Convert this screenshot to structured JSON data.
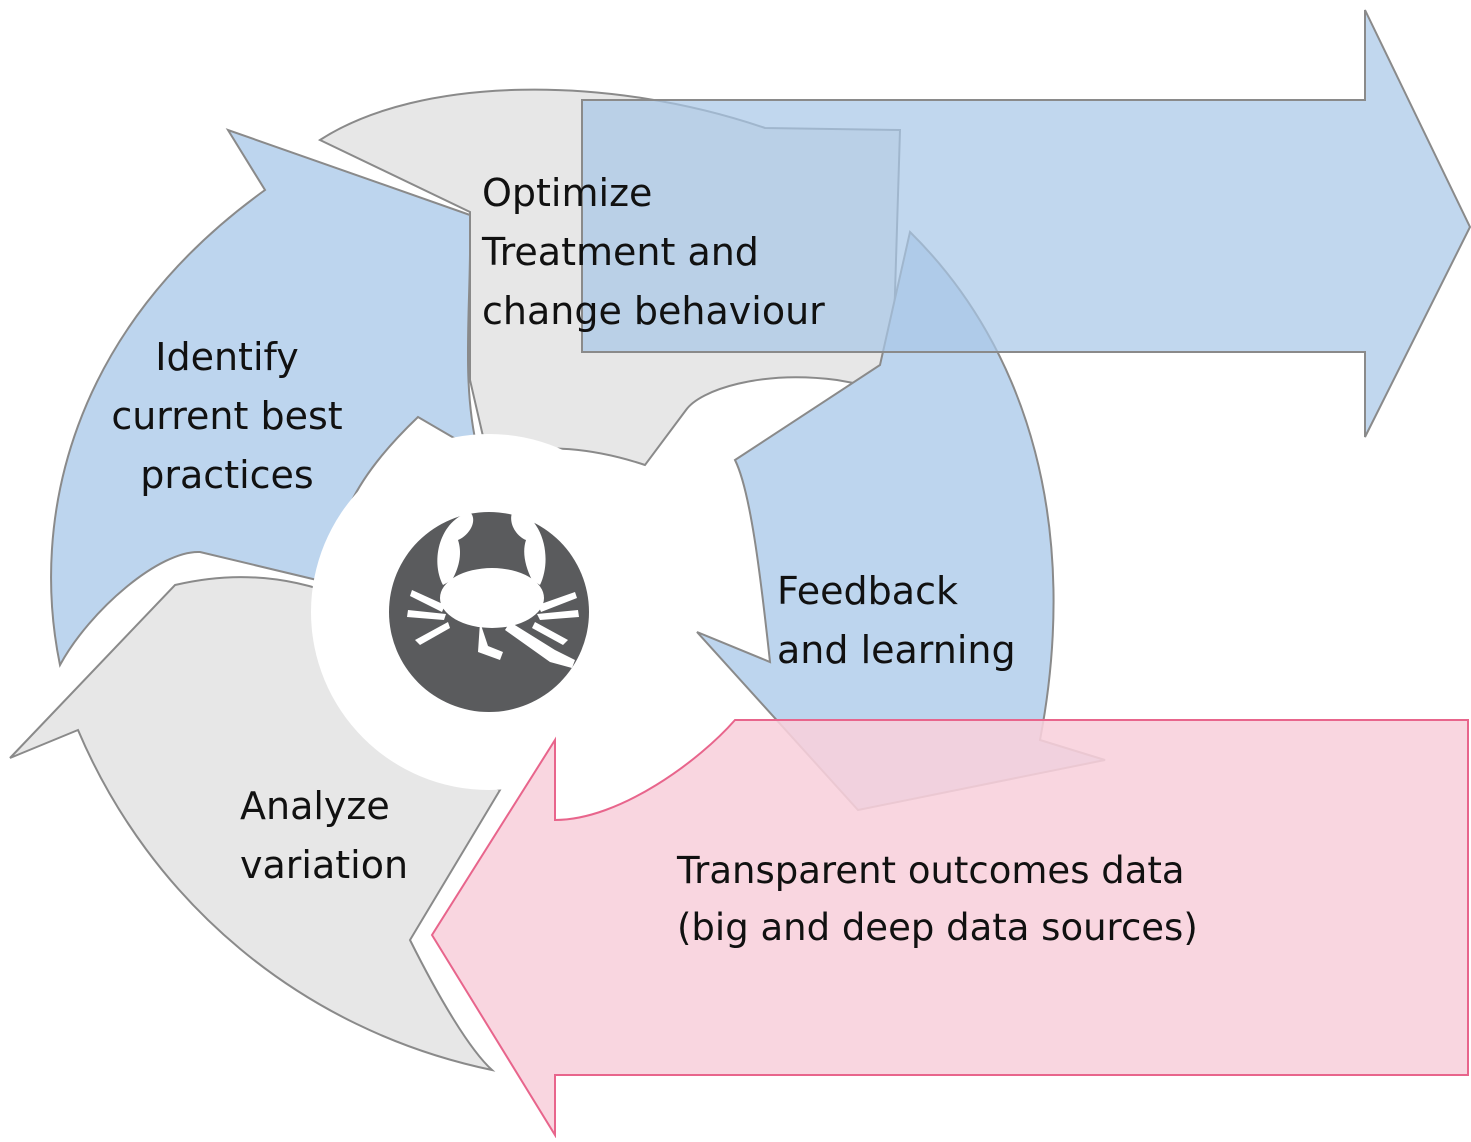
{
  "colors": {
    "blue_fill": "#bdd5ee",
    "gray_fill": "#e7e7e7",
    "pink_fill": "#f8d0dc",
    "pink_stroke": "#e8658c",
    "outline": "#8a8a8a",
    "hub": "#5a5b5d"
  },
  "center": {
    "icon": "crab-icon"
  },
  "cycle": {
    "optimize": {
      "line1": "Optimize",
      "line2": "Treatment and",
      "line3": "change behaviour"
    },
    "identify": {
      "line1": "Identify",
      "line2": "current best",
      "line3": "practices"
    },
    "feedback": {
      "line1": "Feedback",
      "line2": "and learning"
    },
    "analyze": {
      "line1": "Analyze",
      "line2": "variation"
    }
  },
  "data_arrow": {
    "line1": "Transparent outcomes data",
    "line2": "(big and deep data sources)"
  }
}
